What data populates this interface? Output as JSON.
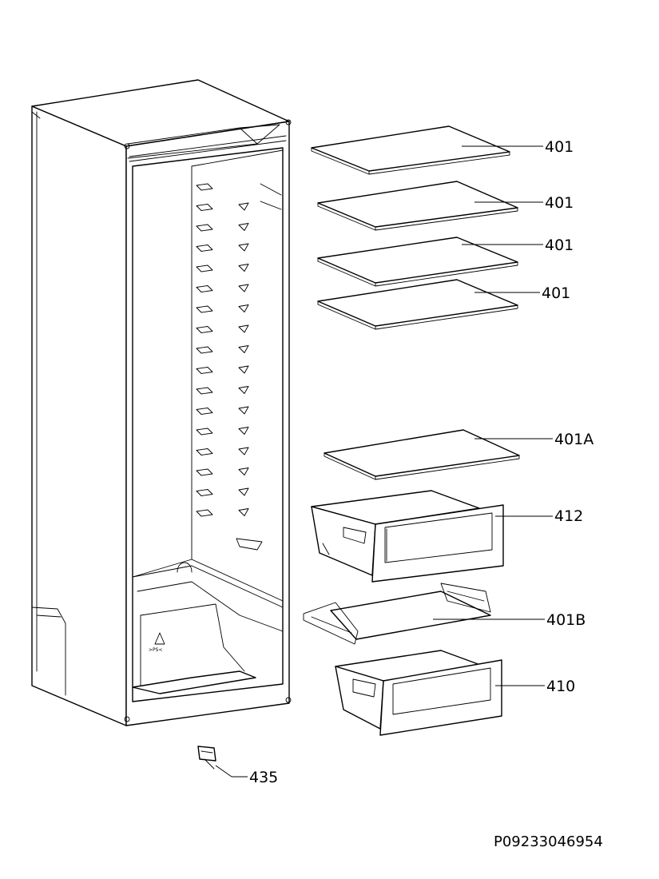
{
  "labels": {
    "shelf_1": "401",
    "shelf_2": "401",
    "shelf_3": "401",
    "shelf_4": "401",
    "shelf_a": "401A",
    "drawer_top": "412",
    "shelf_b": "401B",
    "drawer_bottom": "410",
    "clip": "435"
  },
  "part_number": "P09233046954"
}
